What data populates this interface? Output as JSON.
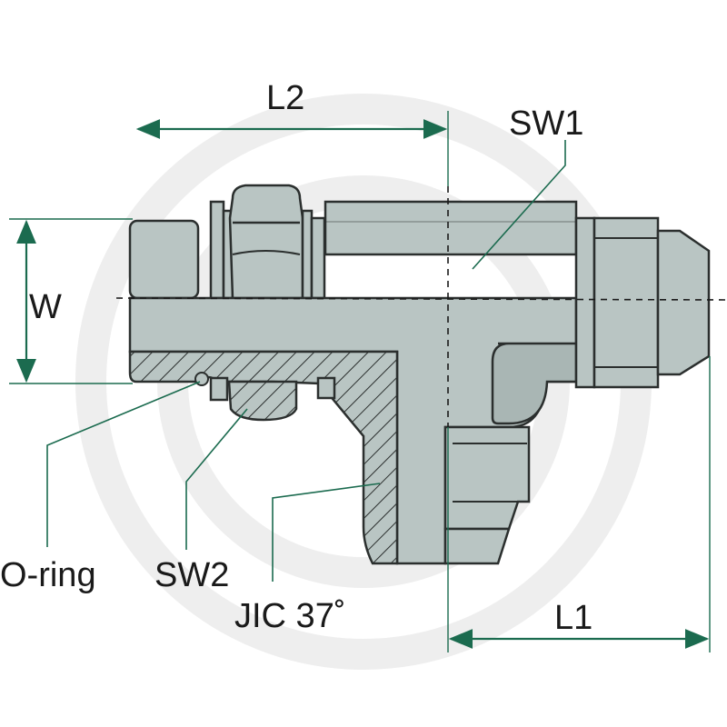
{
  "diagram": {
    "labels": {
      "l2": "L2",
      "sw1": "SW1",
      "w": "W",
      "o_ring": "O-ring",
      "sw2": "SW2",
      "jic": "JIC 37˚",
      "l1": "L1"
    },
    "colors": {
      "metal": "#b9c5c3",
      "outline": "#2b2f2e",
      "dimension": "#1b6b4f",
      "watermark": "#eeeeee"
    }
  }
}
